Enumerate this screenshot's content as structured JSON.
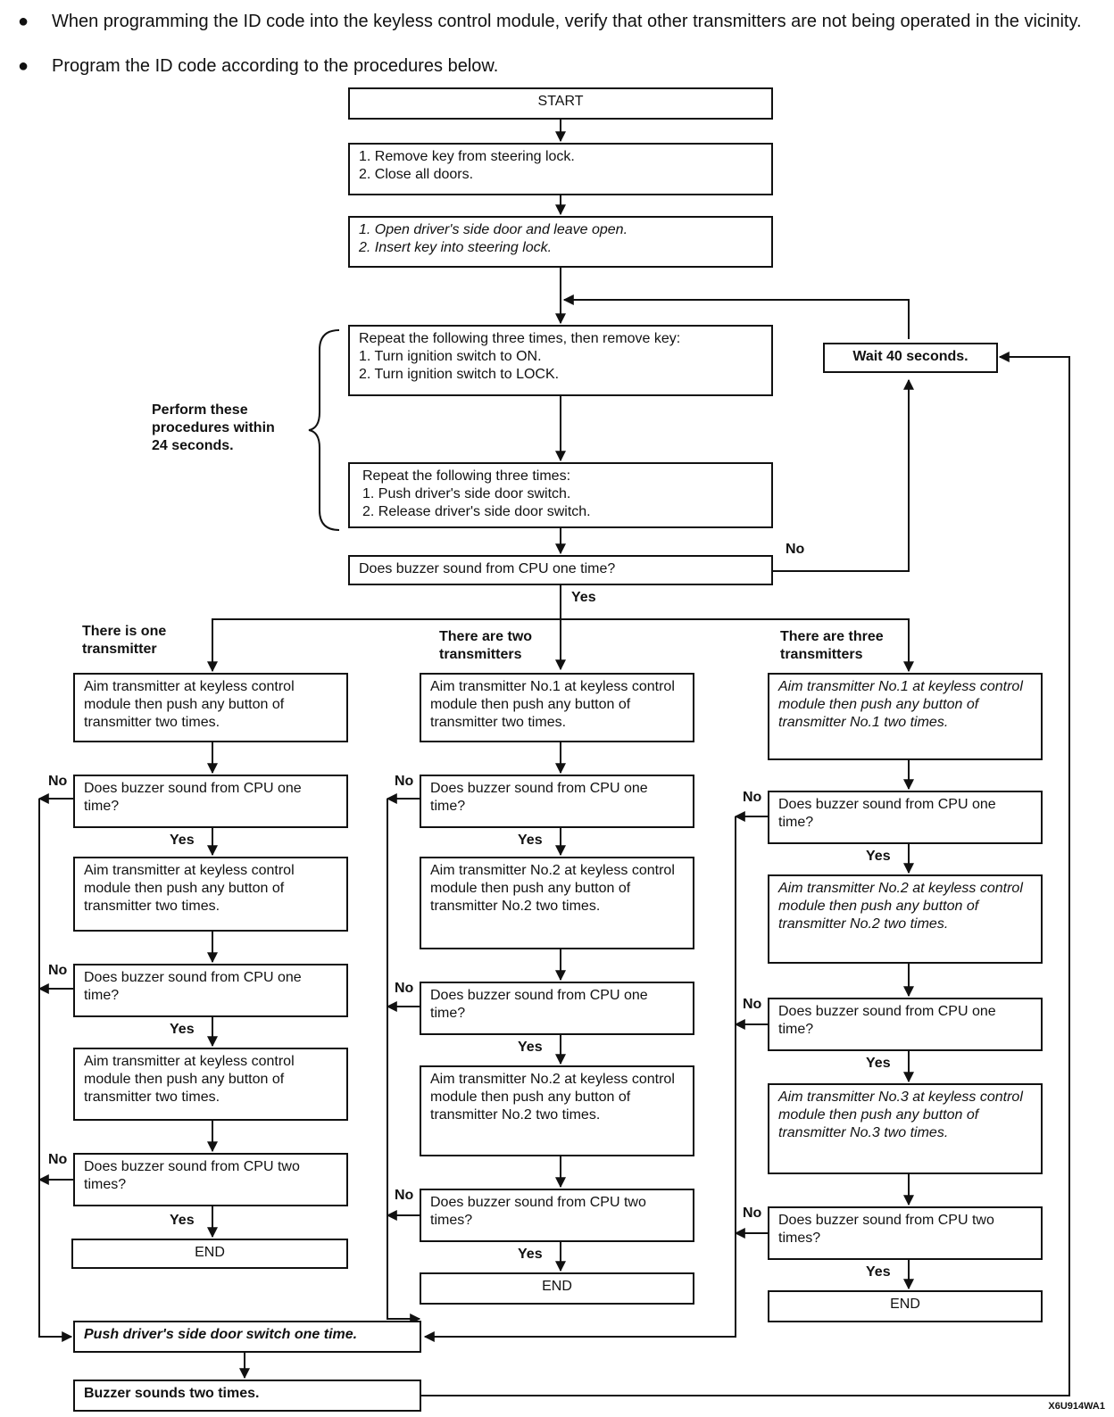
{
  "intro": {
    "bullet_1": "When programming the ID code into the keyless control module, verify that other transmitters are not being operated in the vicinity.",
    "bullet_2": "Program the ID code according to the procedures below."
  },
  "flow": {
    "start": "START",
    "step_a": "1.  Remove key from steering lock.\n2.  Close all doors.",
    "step_b": "1.  Open driver's side door and leave open.\n2.  Insert key into steering lock.",
    "step_c": "Repeat the following three times, then remove key:\n1.  Turn ignition switch to ON.\n2.  Turn ignition switch to LOCK.",
    "step_d": "Repeat the following three times:\n1.  Push driver's side door switch.\n2.  Release driver's side door switch.",
    "check_main": "Does buzzer sound from CPU one time?",
    "wait": "Wait 40 seconds.",
    "brace_note": "Perform these\nprocedures within\n24 seconds.",
    "yes": "Yes",
    "no": "No"
  },
  "col1": {
    "header": "There is one\ntransmitter",
    "aim1": "Aim transmitter at keyless control module then push any button of transmitter two times.",
    "q1": "Does buzzer sound from CPU one time?",
    "aim2": "Aim transmitter at keyless control module then push any button of transmitter two times.",
    "q2": "Does buzzer sound from CPU one time?",
    "aim3": "Aim transmitter at keyless control module then push any button of transmitter two times.",
    "q3": "Does buzzer sound from CPU two times?",
    "end": "END"
  },
  "col2": {
    "header": "There are two\ntransmitters",
    "aim1": "Aim transmitter No.1 at keyless control module then push any button of transmitter two times.",
    "q1": "Does buzzer sound from CPU one time?",
    "aim2": "Aim transmitter No.2 at keyless control module then push any button of transmitter No.2 two times.",
    "q2": "Does buzzer sound from CPU one time?",
    "aim3": "Aim transmitter No.2 at keyless control module then push any button of transmitter No.2 two times.",
    "q3": "Does buzzer sound from CPU two times?",
    "end": "END"
  },
  "col3": {
    "header": "There are three\ntransmitters",
    "aim1": "Aim transmitter No.1 at keyless control module then push any button of transmitter No.1 two times.",
    "q1": "Does buzzer sound from CPU one time?",
    "aim2": "Aim transmitter No.2 at keyless control module then push any button of transmitter No.2 two times.",
    "q2": "Does buzzer sound from CPU one time?",
    "aim3": "Aim transmitter No.3 at keyless control module then push any button of transmitter No.3 two times.",
    "q3": "Does buzzer sound from CPU two times?",
    "end": "END"
  },
  "fail": {
    "push": "Push driver's side door switch one time.",
    "buzz": "Buzzer sounds two times."
  },
  "footer": {
    "code": "X6U914WA1"
  }
}
